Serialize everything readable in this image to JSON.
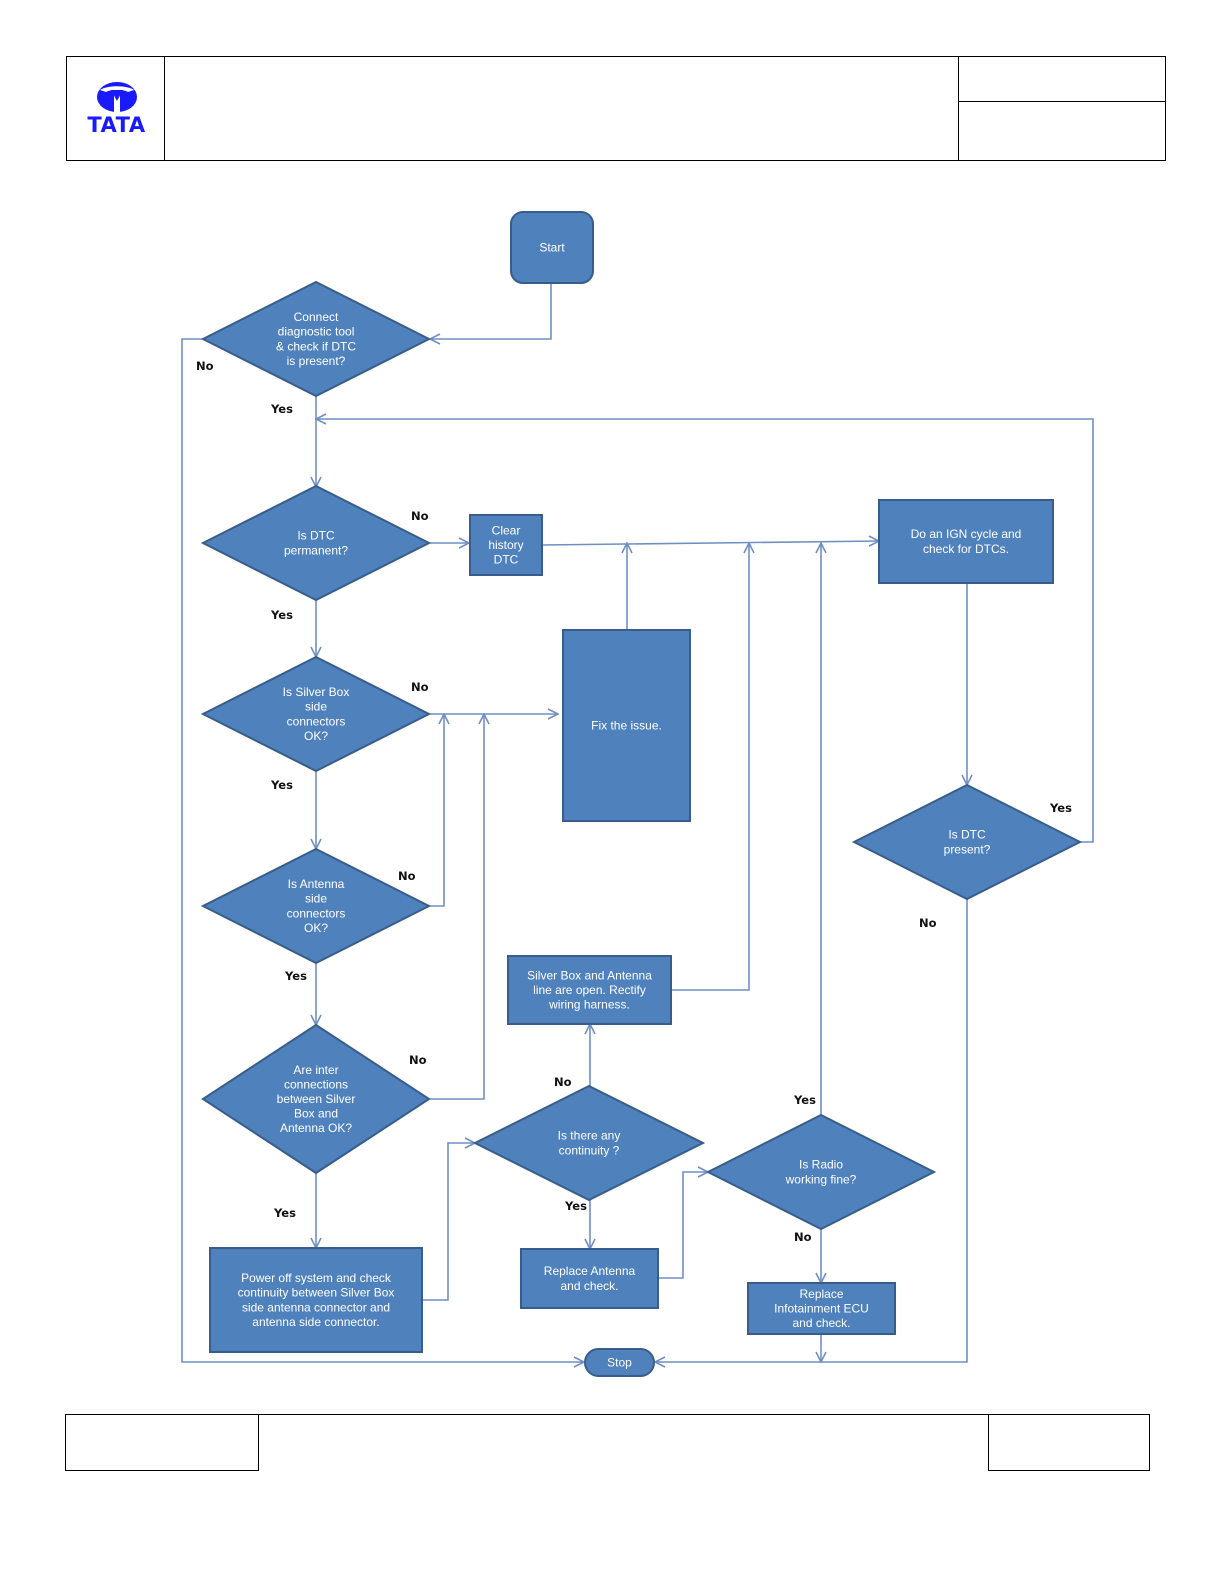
{
  "header": {
    "logo_text": "TATA",
    "title": "",
    "ref_top": "",
    "ref_bottom": ""
  },
  "footer": {
    "left": "",
    "center": "",
    "right": ""
  },
  "colors": {
    "node_fill": "#4f81bd",
    "node_stroke": "#385d8a",
    "connector": "#6f8fc3"
  },
  "flowchart": {
    "nodes": [
      {
        "id": "start",
        "shape": "rounded",
        "lines": [
          "Start"
        ]
      },
      {
        "id": "connect_tool",
        "shape": "diamond",
        "lines": [
          "Connect",
          "diagnostic tool",
          "& check if DTC",
          "is present?"
        ]
      },
      {
        "id": "dtc_permanent",
        "shape": "diamond",
        "lines": [
          "Is DTC",
          "permanent?"
        ]
      },
      {
        "id": "clear_history",
        "shape": "rect",
        "lines": [
          "Clear",
          "history",
          "DTC"
        ]
      },
      {
        "id": "ign_cycle",
        "shape": "rect",
        "lines": [
          "Do an IGN cycle and",
          "check for DTCs."
        ]
      },
      {
        "id": "silver_box_conn",
        "shape": "diamond",
        "lines": [
          "Is  Silver Box",
          "side",
          "connectors",
          "OK?"
        ]
      },
      {
        "id": "fix_issue",
        "shape": "rect",
        "lines": [
          "Fix the issue."
        ]
      },
      {
        "id": "dtc_present",
        "shape": "diamond",
        "lines": [
          "Is DTC",
          "present?"
        ]
      },
      {
        "id": "antenna_conn",
        "shape": "diamond",
        "lines": [
          "Is Antenna",
          "side",
          "connectors",
          "OK?"
        ]
      },
      {
        "id": "lines_open",
        "shape": "rect",
        "lines": [
          "Silver Box and Antenna",
          "line are open. Rectify",
          "wiring harness."
        ]
      },
      {
        "id": "inter_conn",
        "shape": "diamond",
        "lines": [
          "Are inter",
          "connections",
          "between Silver",
          "Box and",
          "Antenna OK?"
        ]
      },
      {
        "id": "continuity",
        "shape": "diamond",
        "lines": [
          "Is there any",
          "continuity ?"
        ]
      },
      {
        "id": "radio_fine",
        "shape": "diamond",
        "lines": [
          "Is Radio",
          "working fine?"
        ]
      },
      {
        "id": "power_off",
        "shape": "rect",
        "lines": [
          "Power off system and check",
          "continuity between Silver Box",
          "side antenna connector and",
          "antenna side connector."
        ]
      },
      {
        "id": "replace_antenna",
        "shape": "rect",
        "lines": [
          "Replace Antenna",
          "and  check."
        ]
      },
      {
        "id": "replace_ecu",
        "shape": "rect",
        "lines": [
          "Replace",
          "Infotainment ECU",
          "and check."
        ]
      },
      {
        "id": "stop",
        "shape": "pill",
        "lines": [
          "Stop"
        ]
      }
    ],
    "edge_labels": [
      {
        "id": "connect_no",
        "text": "No"
      },
      {
        "id": "connect_yes",
        "text": "Yes"
      },
      {
        "id": "permanent_no",
        "text": "No"
      },
      {
        "id": "permanent_yes",
        "text": "Yes"
      },
      {
        "id": "silver_no",
        "text": "No"
      },
      {
        "id": "silver_yes",
        "text": "Yes"
      },
      {
        "id": "antenna_no",
        "text": "No"
      },
      {
        "id": "antenna_yes",
        "text": "Yes"
      },
      {
        "id": "inter_no",
        "text": "No"
      },
      {
        "id": "inter_yes",
        "text": "Yes"
      },
      {
        "id": "continuity_no",
        "text": "No"
      },
      {
        "id": "continuity_yes",
        "text": "Yes"
      },
      {
        "id": "radio_yes",
        "text": "Yes"
      },
      {
        "id": "radio_no",
        "text": "No"
      },
      {
        "id": "dtc_present_yes",
        "text": "Yes"
      },
      {
        "id": "dtc_present_no",
        "text": "No"
      }
    ]
  }
}
